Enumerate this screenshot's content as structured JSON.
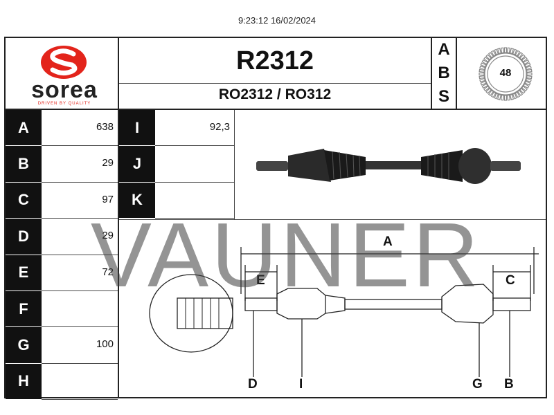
{
  "timestamp": "9:23:12 16/02/2024",
  "brand": {
    "name": "sorea",
    "tagline": "DRIVEN BY QUALITY",
    "logo_letter": "S",
    "logo_color": "#e3241b"
  },
  "part": {
    "code": "R2312",
    "refs": "RO2312 / RO312"
  },
  "abs": {
    "letters": [
      "A",
      "B",
      "S"
    ],
    "teeth": "48"
  },
  "specs_left": [
    {
      "letter": "A",
      "value": "638"
    },
    {
      "letter": "B",
      "value": "29"
    },
    {
      "letter": "C",
      "value": "97"
    },
    {
      "letter": "D",
      "value": "29"
    },
    {
      "letter": "E",
      "value": "72"
    },
    {
      "letter": "F",
      "value": ""
    },
    {
      "letter": "G",
      "value": "100"
    },
    {
      "letter": "H",
      "value": ""
    }
  ],
  "specs_right": [
    {
      "letter": "I",
      "value": "92,3"
    },
    {
      "letter": "J",
      "value": ""
    },
    {
      "letter": "K",
      "value": ""
    }
  ],
  "diagram": {
    "A": "A",
    "E": "E",
    "C": "C",
    "D": "D",
    "I": "I",
    "G": "G",
    "B": "B"
  },
  "watermark": "VAUNER"
}
